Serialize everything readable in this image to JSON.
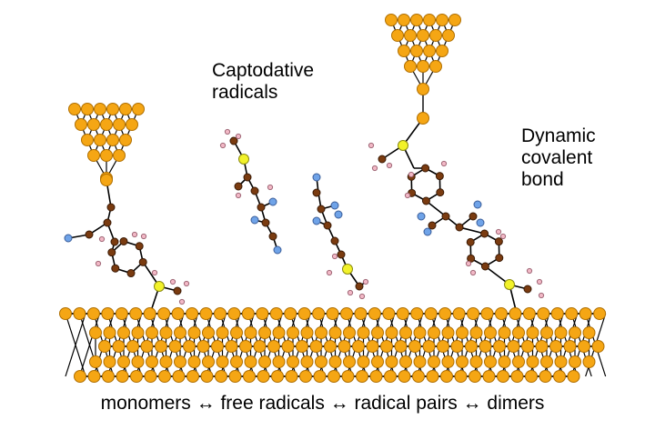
{
  "labels": {
    "captodative_line1": "Captodative",
    "captodative_line2": "radicals",
    "dynamic_line1": "Dynamic",
    "dynamic_line2": "covalent",
    "dynamic_line3": "bond"
  },
  "caption": "monomers ↔ free radicals ↔ radical pairs ↔ dimers",
  "colors": {
    "gold_atom": "#F5A614",
    "gold_edge": "#B06F00",
    "sulfur": "#F2F22A",
    "carbon": "#7A3B10",
    "nitrogen": "#6FA3E8",
    "hydrogen": "#F2B8C6",
    "bond": "#000000"
  }
}
